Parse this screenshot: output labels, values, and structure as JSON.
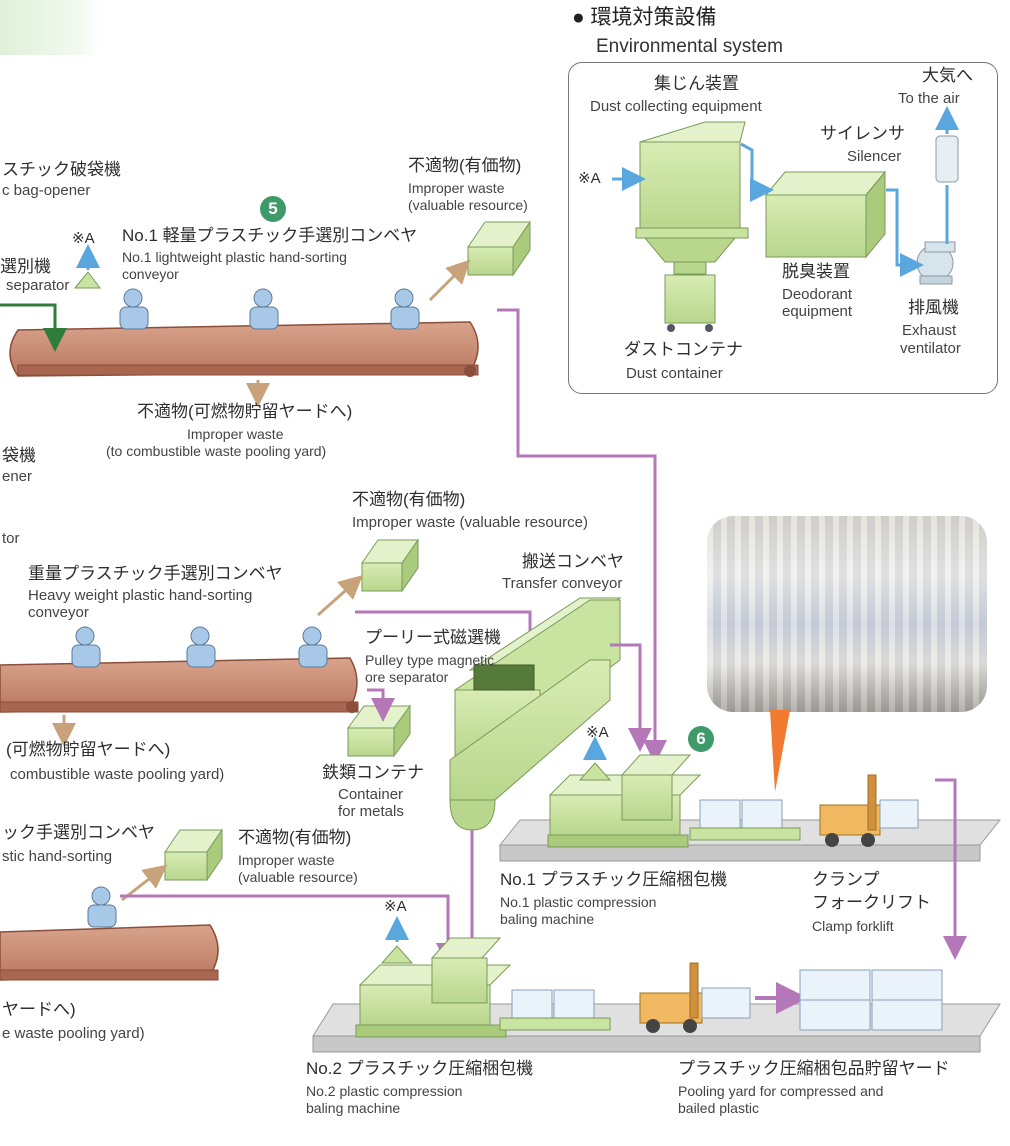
{
  "env": {
    "title_jp": "● 環境対策設備",
    "title_en": "Environmental system",
    "dust_collect_jp": "集じん装置",
    "dust_collect_en": "Dust collecting equipment",
    "air_jp": "大気へ",
    "air_en": "To the air",
    "silencer_jp": "サイレンサ",
    "silencer_en": "Silencer",
    "mark_a": "※A",
    "deodorant_jp": "脱臭装置",
    "deodorant_en1": "Deodorant",
    "deodorant_en2": "equipment",
    "exhaust_jp": "排風機",
    "exhaust_en1": "Exhaust",
    "exhaust_en2": "ventilator",
    "dust_container_jp": "ダストコンテナ",
    "dust_container_en": "Dust container"
  },
  "top": {
    "bag_opener_jp": "スチック破袋機",
    "bag_opener_en": "c bag-opener",
    "badge": "5",
    "mark_a": "※A",
    "separator_jp": "選別機",
    "separator_en": "separator",
    "conveyor_jp": "No.1 軽量プラスチック手選別コンベヤ",
    "conveyor_en1": "No.1 lightweight plastic hand-sorting",
    "conveyor_en2": "conveyor",
    "improper_jp": "不適物(有価物)",
    "improper_en1": "Improper waste",
    "improper_en2": "(valuable resource)",
    "improper2_jp": "不適物(可燃物貯留ヤードへ)",
    "improper2_en1": "Improper waste",
    "improper2_en2": "(to combustible waste pooling yard)",
    "left_frag_jp": "袋機",
    "left_frag_en": "ener"
  },
  "mid": {
    "left_frag": "tor",
    "improper_jp": "不適物(有価物)",
    "improper_en": "Improper waste (valuable resource)",
    "transfer_jp": "搬送コンベヤ",
    "transfer_en": "Transfer conveyor",
    "heavy_jp": "重量プラスチック手選別コンベヤ",
    "heavy_en1": "Heavy weight plastic hand-sorting",
    "heavy_en2": "conveyor",
    "pulley_jp": "プーリー式磁選機",
    "pulley_en1": "Pulley type magnetic",
    "pulley_en2": "ore separator",
    "comb_jp": "(可燃物貯留ヤードへ)",
    "comb_en": "combustible waste pooling yard)",
    "metal_jp": "鉄類コンテナ",
    "metal_en1": "Container",
    "metal_en2": "for metals",
    "badge": "6",
    "mark_a": "※A"
  },
  "bottom": {
    "conv_jp": "ック手選別コンベヤ",
    "conv_en": "stic hand-sorting",
    "improper_jp": "不適物(有価物)",
    "improper_en1": "Improper waste",
    "improper_en2": "(valuable resource)",
    "mark_a": "※A",
    "yard_jp": "ヤードへ)",
    "yard_en": "e waste pooling yard)",
    "baler1_jp": "No.1 プラスチック圧縮梱包機",
    "baler1_en1": "No.1 plastic compression",
    "baler1_en2": "baling machine",
    "forklift_jp1": "クランプ",
    "forklift_jp2": "フォークリフト",
    "forklift_en": "Clamp forklift",
    "baler2_jp": "No.2 プラスチック圧縮梱包機",
    "baler2_en1": "No.2 plastic compression",
    "baler2_en2": "baling machine",
    "pool_jp": "プラスチック圧縮梱包品貯留ヤード",
    "pool_en1": "Pooling yard for compressed and",
    "pool_en2": "bailed plastic"
  },
  "colors": {
    "belt": "#c88a72",
    "machine_green": "#c9e3a0",
    "flow_purple": "#b478b8",
    "flow_tan": "#c8a27a",
    "air_blue": "#5aa7e0",
    "worker_blue": "#a8c8e8"
  }
}
